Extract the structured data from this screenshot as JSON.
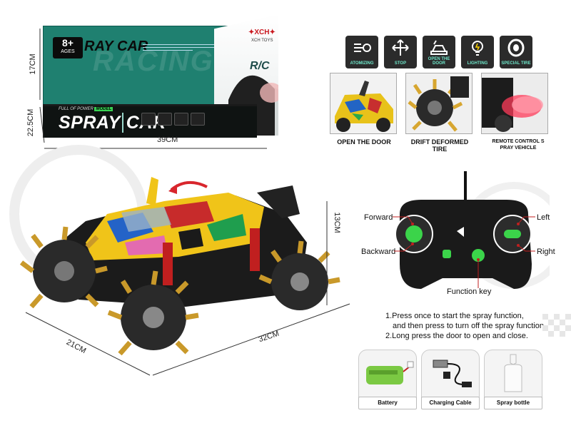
{
  "box": {
    "age_num": "8+",
    "age_text": "AGES",
    "title_top": "RAY CAR",
    "watermark": "RACING",
    "brand": "XCH TOYS",
    "rc_logo": "R/C",
    "full_power": "FULL OF POWER",
    "model_tag": "MODEL",
    "spray": "SPRAY",
    "car": "CAR",
    "dim_height": "17CM",
    "dim_depth": "22.5CM",
    "dim_width": "39CM"
  },
  "features": [
    {
      "label": "ATOMIZING",
      "icon": "spray-icon"
    },
    {
      "label": "STOP",
      "icon": "arrows-icon"
    },
    {
      "label": "OPEN THE DOOR",
      "icon": "car-door-icon"
    },
    {
      "label": "LIGHTING",
      "icon": "bulb-icon"
    },
    {
      "label": "SPECIAL TIRE",
      "icon": "tire-icon"
    }
  ],
  "photos": [
    {
      "caption": "OPEN THE DOOR"
    },
    {
      "caption": "DRIFT DEFORMED TIRE"
    },
    {
      "caption": "REMOTE CONTROL S PRAY VEHICLE"
    }
  ],
  "car_dims": {
    "height": "13CM",
    "width": "21CM",
    "length": "32CM"
  },
  "controller": {
    "forward": "Forward",
    "backward": "Backward",
    "left": "Left",
    "right": "Right",
    "function_key": "Function key"
  },
  "instructions": [
    "1.Press once to start the spray function,",
    "and then press to turn off the spray function.",
    "2.Long press the door to open and close."
  ],
  "accessories": [
    {
      "label": "Battery"
    },
    {
      "label": "Charging Cable"
    },
    {
      "label": "Spray bottle"
    }
  ],
  "colors": {
    "box_green": "#1f8070",
    "accent_green": "#39d353",
    "stripe_red": "#c9171e"
  }
}
